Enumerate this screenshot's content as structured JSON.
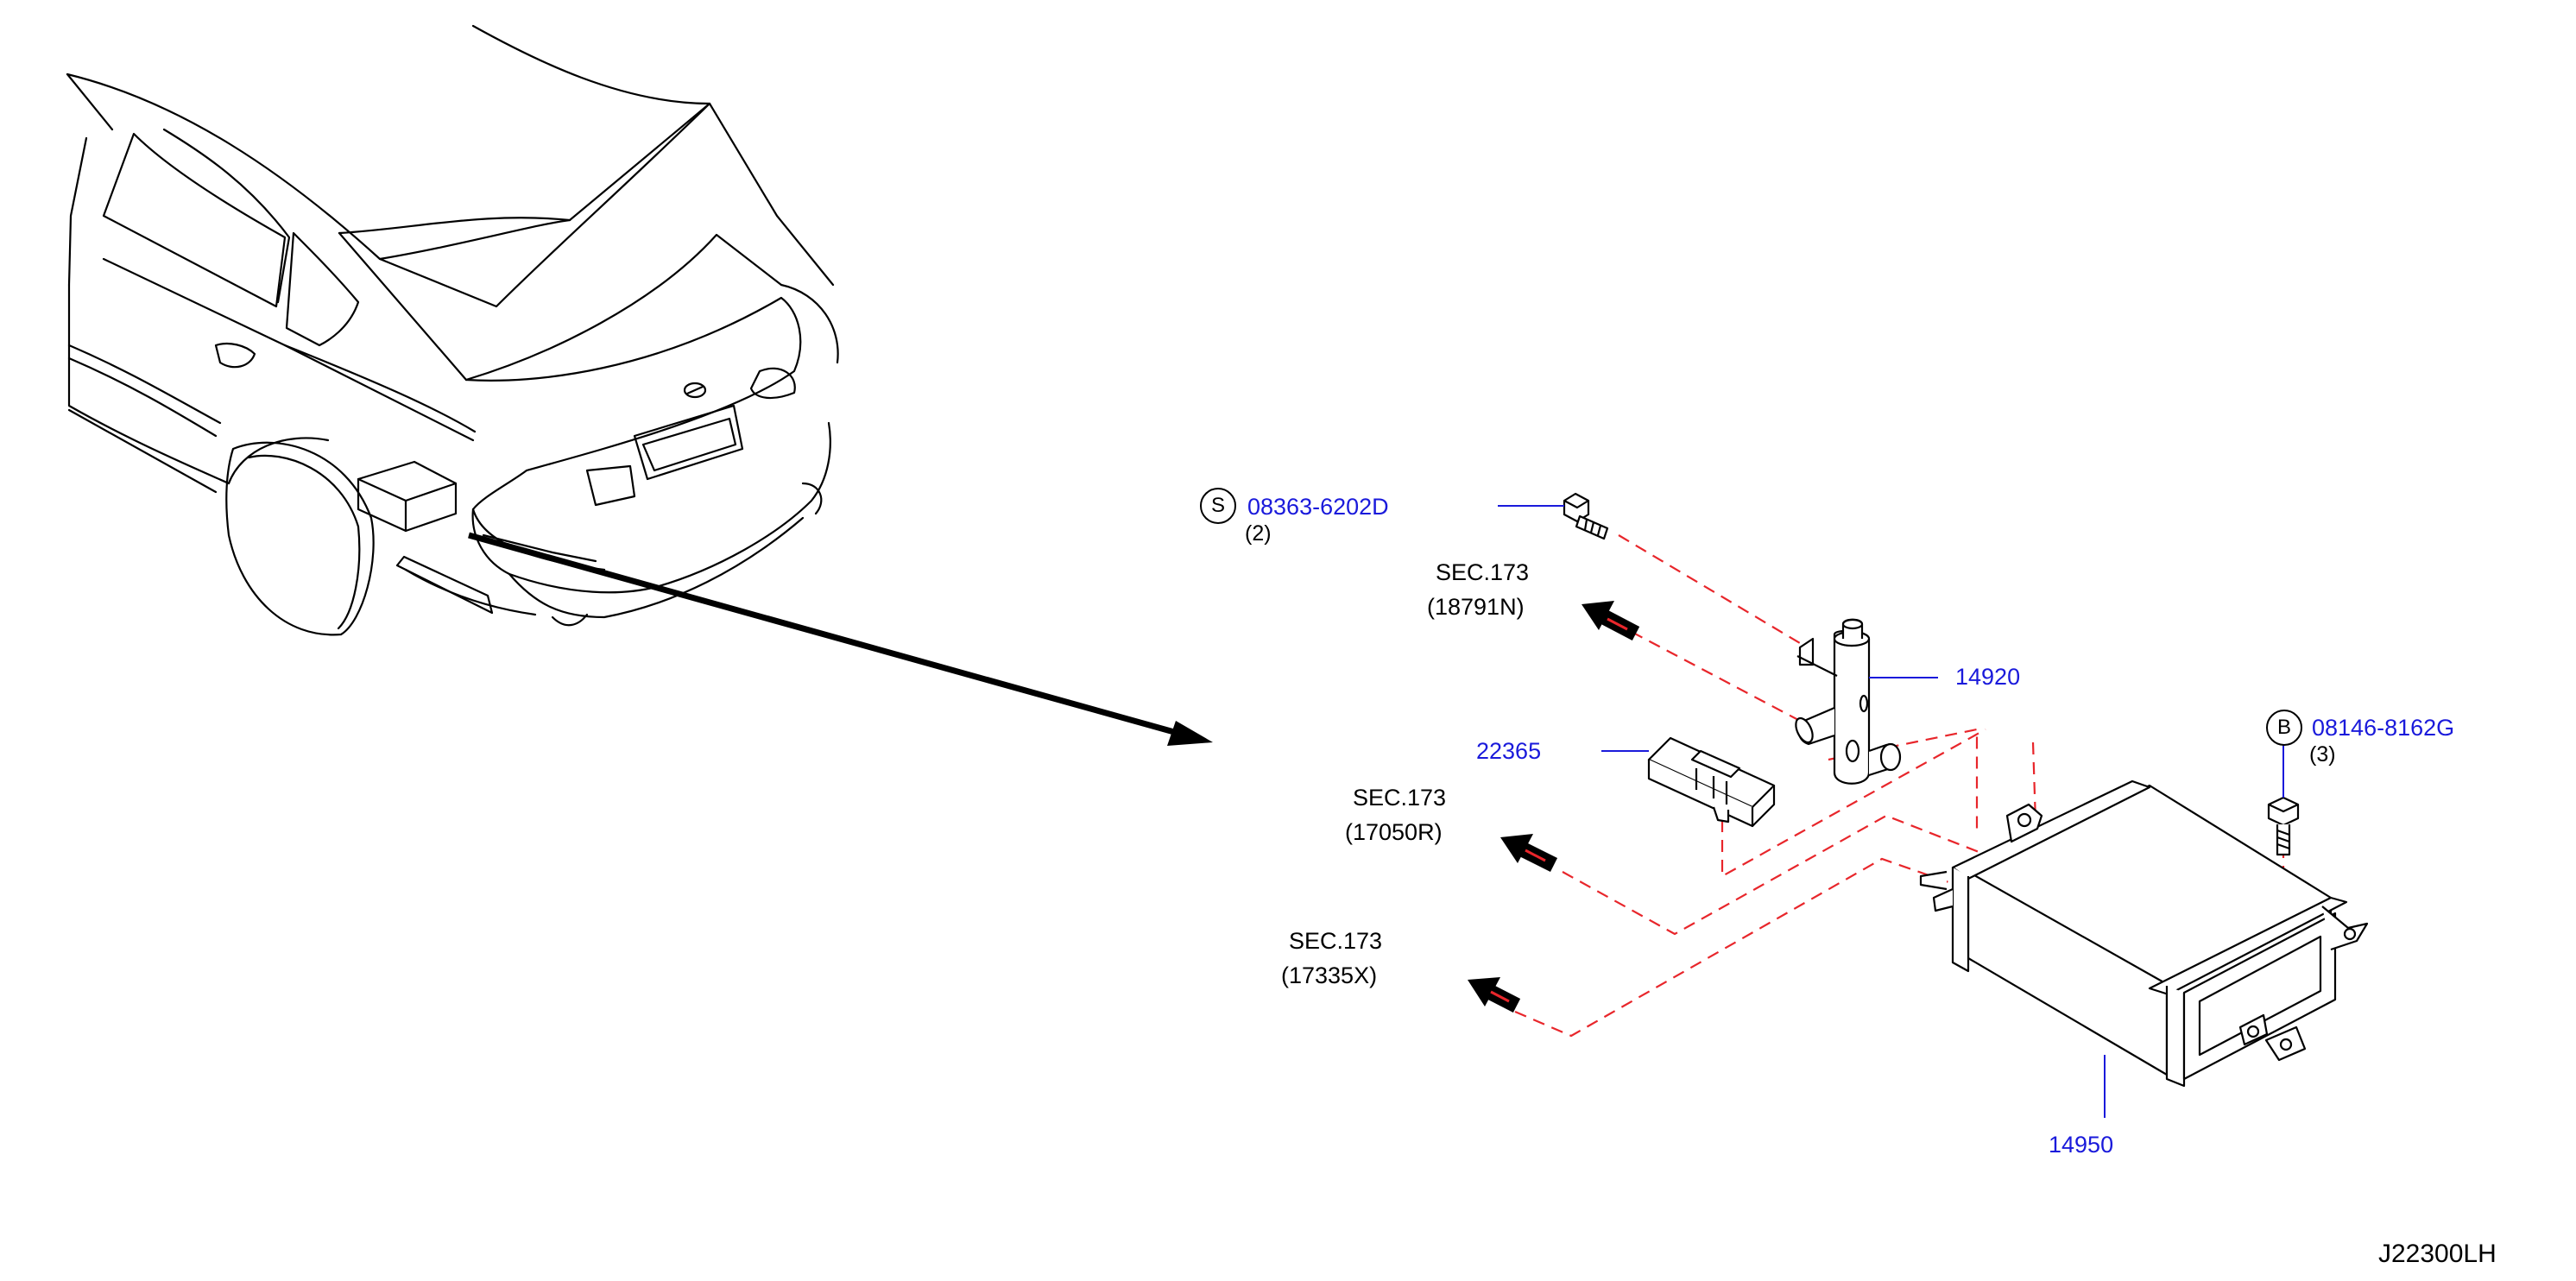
{
  "colors": {
    "callout_blue": "#1a1adb",
    "line_red": "#e8262b",
    "ink": "#000000"
  },
  "callouts": {
    "bolt_s": {
      "symbol": "S",
      "part": "08363-6202D",
      "qty": "(2)"
    },
    "bolt_b": {
      "symbol": "B",
      "part": "08146-8162G",
      "qty": "(3)"
    },
    "valve": "14920",
    "sensor": "22365",
    "canister": "14950"
  },
  "sections": [
    {
      "sec": "SEC.173",
      "ref": "(18791N)"
    },
    {
      "sec": "SEC.173",
      "ref": "(17050R)"
    },
    {
      "sec": "SEC.173",
      "ref": "(17335X)"
    }
  ],
  "diagram_code": "J22300LH"
}
